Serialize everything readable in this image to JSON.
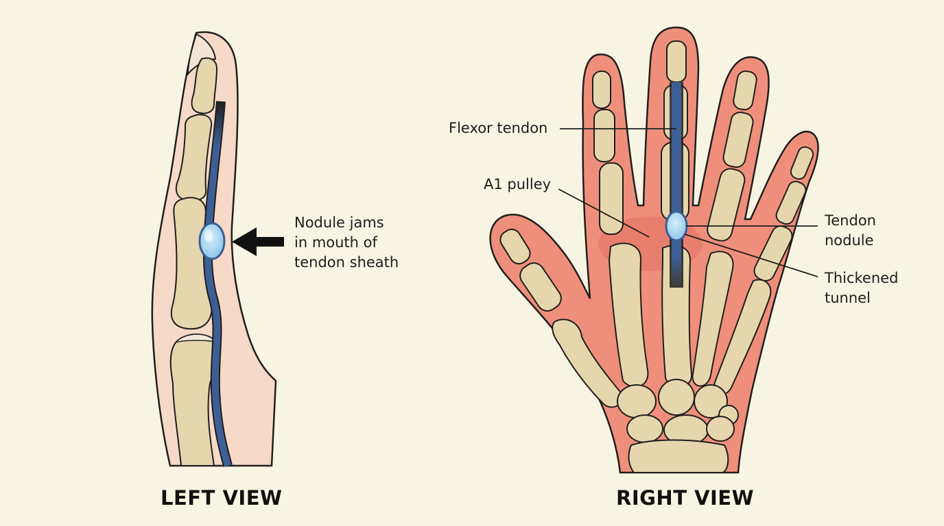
{
  "views": {
    "left_title": "LEFT VIEW",
    "right_title": "RIGHT VIEW"
  },
  "labels": {
    "nodule_jams": [
      "Nodule jams",
      "in mouth of",
      "tendon sheath"
    ],
    "flexor_tendon": "Flexor tendon",
    "a1_pulley": "A1 pulley",
    "tendon_nodule": [
      "Tendon",
      "nodule"
    ],
    "thickened_tunnel": [
      "Thickened",
      "tunnel"
    ]
  },
  "colors": {
    "background": "#f8f4e3",
    "skin_left": "#f6d9c6",
    "skin_right": "#ef8f7b",
    "bone": "#e6d6ad",
    "tendon": "#3d5f95",
    "nodule": "#a9d6f1",
    "inflammation": "#e06a5e"
  }
}
